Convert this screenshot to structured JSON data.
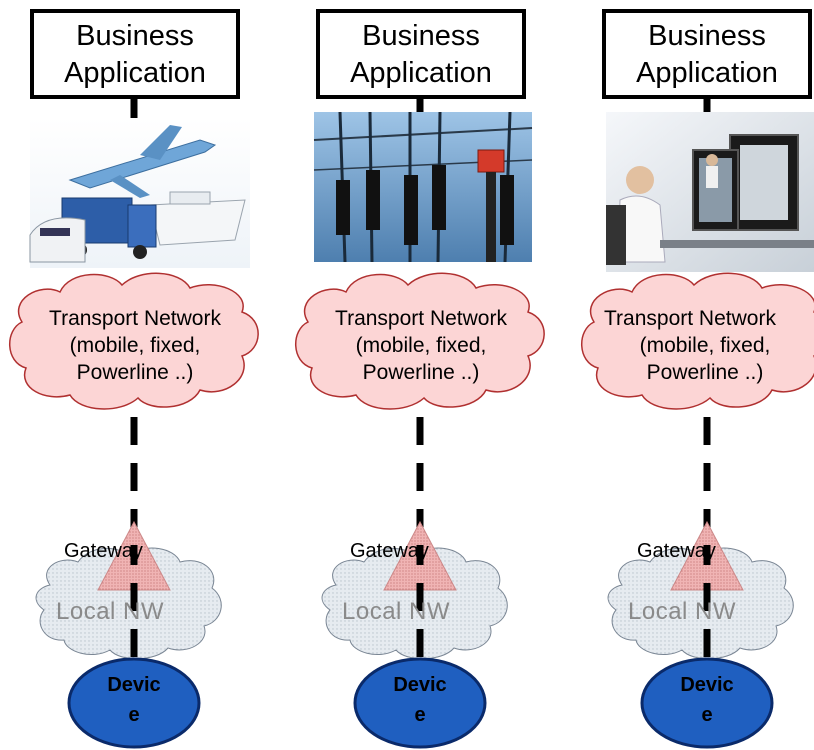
{
  "columns": [
    {
      "business_label_line1": "Business",
      "business_label_line2": "Application",
      "image_subject": "transport-logistics-photo",
      "network_line1": "Transport Network",
      "network_line2": "(mobile, fixed,",
      "network_line3": "Powerline ..)",
      "gateway_label": "Gateway",
      "local_nw_label": "Local NW",
      "device_line1": "Devic",
      "device_line2": "e"
    },
    {
      "business_label_line1": "Business",
      "business_label_line2": "Application",
      "image_subject": "power-substation-photo",
      "network_line1": "Transport Network",
      "network_line2": "(mobile, fixed,",
      "network_line3": "Powerline ..)",
      "gateway_label": "Gateway",
      "local_nw_label": "Local NW",
      "device_line1": "Devic",
      "device_line2": "e"
    },
    {
      "business_label_line1": "Business",
      "business_label_line2": "Application",
      "image_subject": "medical-imaging-photo",
      "network_line1": "Transport Network",
      "network_line2": "(mobile, fixed,",
      "network_line3": "Powerline ..)",
      "gateway_label": "Gateway",
      "local_nw_label": "Local NW",
      "device_line1": "Devic",
      "device_line2": "e"
    }
  ],
  "colors": {
    "cloud_fill": "#fcd5d5",
    "local_cloud_fill": "#e3e9ef",
    "gateway_fill": "#e8a0a0",
    "device_fill": "#1f5fc0",
    "device_stroke": "#0a2a6a"
  }
}
